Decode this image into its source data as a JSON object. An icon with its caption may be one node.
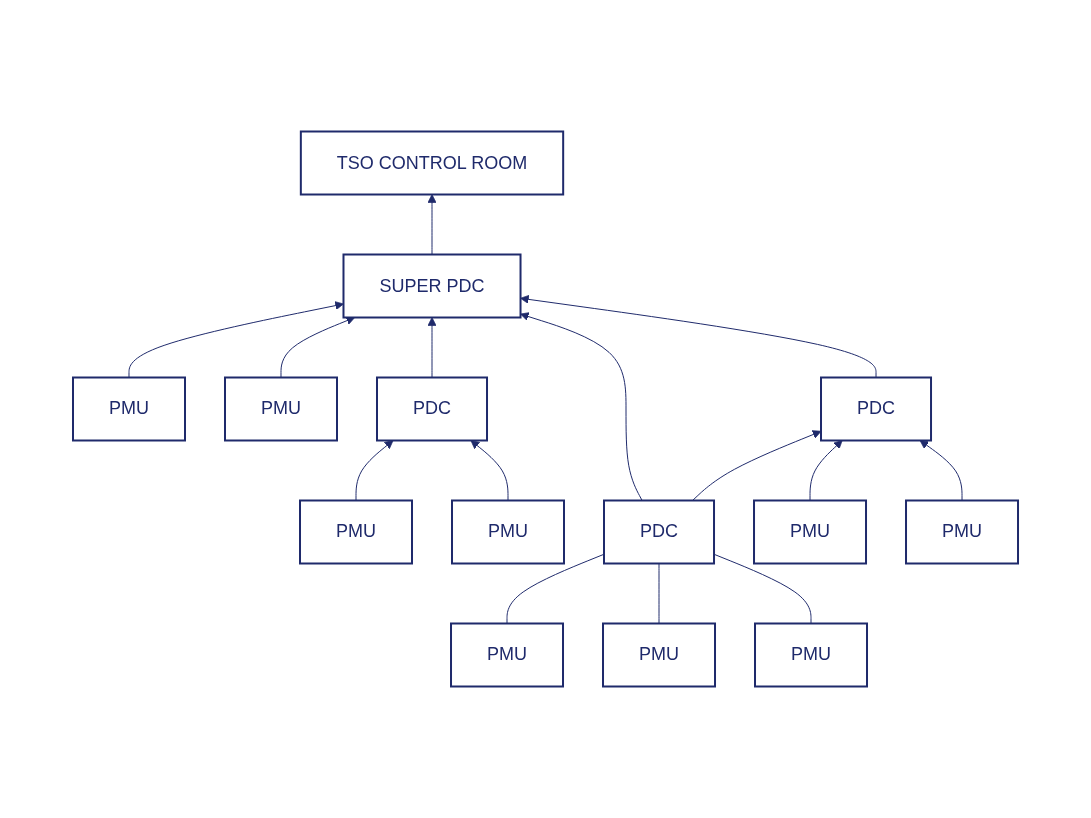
{
  "diagram": {
    "nodes": [
      {
        "text": [
          "TSO CONTROL ROOM"
        ]
      },
      {
        "text": [
          "PMU"
        ]
      },
      {
        "text": [
          "SUPER PDC"
        ]
      },
      {
        "text": [
          "PMU"
        ]
      },
      {
        "text": [
          "PDC"
        ]
      },
      {
        "text": [
          "PMU"
        ]
      },
      {
        "text": [
          "PDC"
        ]
      },
      {
        "text": [
          "PMU"
        ]
      },
      {
        "text": [
          "PDC"
        ]
      },
      {
        "text": [
          "PMU"
        ]
      },
      {
        "text": [
          "PMU"
        ]
      },
      {
        "text": [
          "PMU"
        ]
      },
      {
        "text": [
          "PMU"
        ]
      },
      {
        "text": [
          "PMU"
        ]
      }
    ],
    "edges": [
      {
        "from": 2,
        "to": 0,
        "arrow": "to"
      },
      {
        "from": 1,
        "to": 2,
        "arrow": "to"
      },
      {
        "from": 3,
        "to": 2,
        "arrow": "to"
      },
      {
        "from": 6,
        "to": 2,
        "arrow": "to"
      },
      {
        "from": 8,
        "to": 2,
        "arrow": "to"
      },
      {
        "from": 4,
        "to": 2,
        "arrow": "to"
      },
      {
        "from": 5,
        "to": 6,
        "arrow": "to"
      },
      {
        "from": 11,
        "to": 6,
        "arrow": "to"
      },
      {
        "from": 8,
        "to": 4,
        "arrow": "to"
      },
      {
        "from": 7,
        "to": 4,
        "arrow": "to"
      },
      {
        "from": 9,
        "to": 4,
        "arrow": "to"
      },
      {
        "from": 12,
        "to": 8,
        "arrow": "none"
      },
      {
        "from": 13,
        "to": 8,
        "arrow": "none"
      },
      {
        "from": 10,
        "to": 8,
        "arrow": "none"
      }
    ]
  }
}
